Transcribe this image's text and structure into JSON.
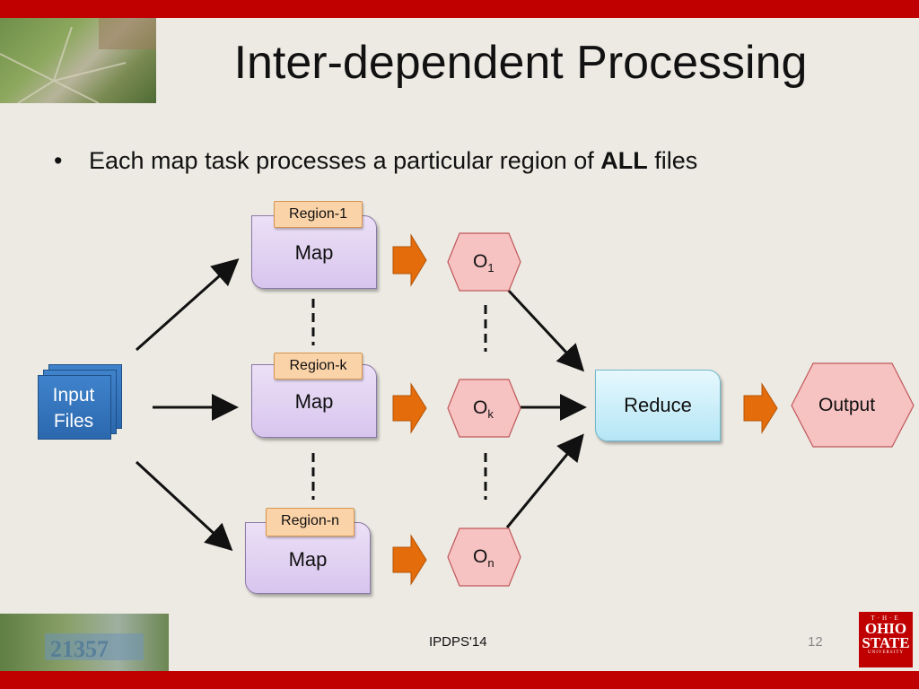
{
  "slide": {
    "title": "Inter-dependent Processing",
    "bullet_lead": "Each map task processes a particular region of ",
    "bullet_bold": "ALL",
    "bullet_tail": " files"
  },
  "diagram": {
    "input_line1": "Input",
    "input_line2": "Files",
    "maps": [
      {
        "region": "Region-1",
        "label": "Map",
        "output": "O",
        "output_sub": "1"
      },
      {
        "region": "Region-k",
        "label": "Map",
        "output": "O",
        "output_sub": "k"
      },
      {
        "region": "Region-n",
        "label": "Map",
        "output": "O",
        "output_sub": "n"
      }
    ],
    "reduce": "Reduce",
    "output": "Output"
  },
  "footer": {
    "conference": "IPDPS'14",
    "page_number": "12",
    "logo_line1": "T·H·E",
    "logo_line2": "OHIO",
    "logo_line3": "STATE",
    "logo_line4": "UNIVERSITY"
  },
  "colors": {
    "accent_bar": "#c00000",
    "arrow_orange": "#e46c0a",
    "map_fill": "#d8c5ee",
    "region_fill": "#fbd3a8",
    "output_fill": "#f7c2c2",
    "reduce_fill": "#b5e6f6",
    "files_fill": "#2b68ae"
  }
}
